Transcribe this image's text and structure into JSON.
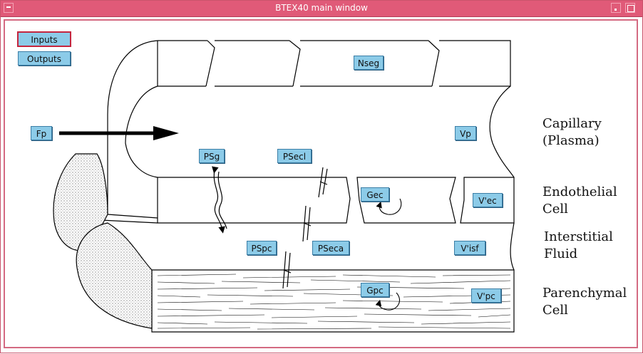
{
  "window": {
    "title": "BTEX40 main window"
  },
  "menu": {
    "inputs_label": "Inputs",
    "outputs_label": "Outputs"
  },
  "nodes": {
    "fp": "Fp",
    "nseg": "Nseg",
    "vp": "Vp",
    "psg": "PSg",
    "psecl": "PSecl",
    "gec": "Gec",
    "vec": "V'ec",
    "pspc": "PSpc",
    "pseca": "PSeca",
    "visf": "V'isf",
    "gpc": "Gpc",
    "vpc": "V'pc"
  },
  "regions": {
    "capillary_line1": "Capillary",
    "capillary_line2": "(Plasma)",
    "endothelial_line1": "Endothelial",
    "endothelial_line2": "Cell",
    "interstitial_line1": "Interstitial",
    "interstitial_line2": "Fluid",
    "parenchymal_line1": "Parenchymal",
    "parenchymal_line2": "Cell"
  }
}
